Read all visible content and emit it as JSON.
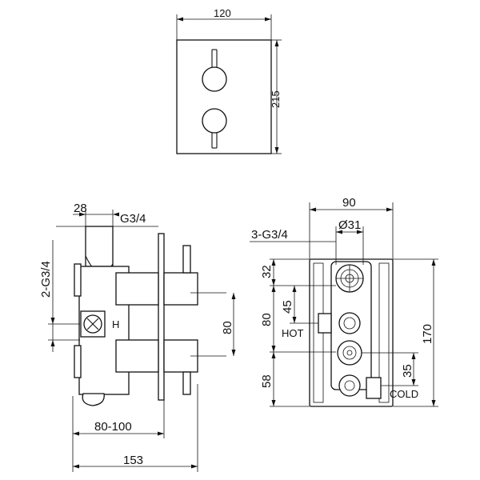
{
  "front_view": {
    "width_dim": "120",
    "height_dim": "215"
  },
  "side_view": {
    "depth_dim": "28",
    "thread_top": "G3/4",
    "thread_side": "2-G3/4",
    "offset_dim": "80",
    "wall_depth_dim": "80-100",
    "total_depth_dim": "153"
  },
  "rear_view": {
    "width_dim": "90",
    "bore_dim": "Ø31",
    "thread_dim": "3-G3/4",
    "dim_32": "32",
    "dim_45": "45",
    "dim_80": "80",
    "dim_170": "170",
    "dim_35": "35",
    "dim_58": "58",
    "hot_label": "HOT",
    "cold_label": "COLD"
  },
  "colors": {
    "line": "#111111",
    "background": "#ffffff"
  }
}
